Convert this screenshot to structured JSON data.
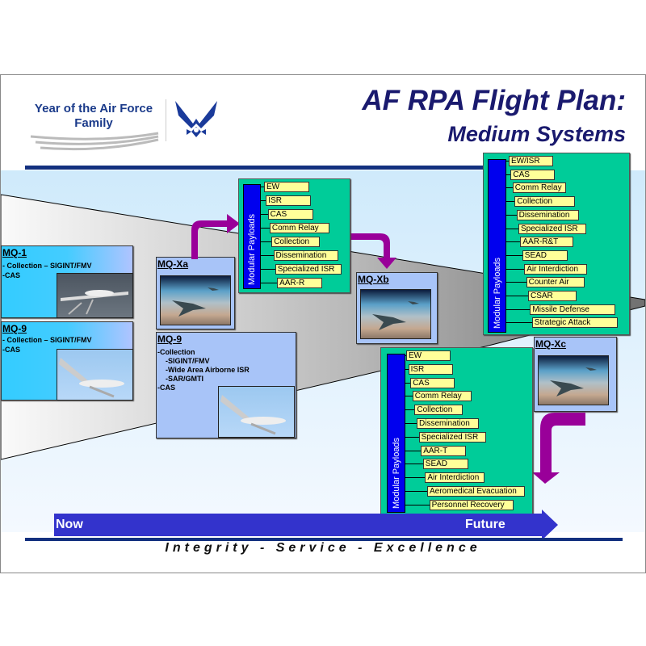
{
  "header": {
    "logo_line1": "Year of the Air Force",
    "logo_line2": "Family",
    "logo_icon": "air-force-wings-icon",
    "title_line1": "AF RPA Flight Plan:",
    "title_line2": "Medium Systems"
  },
  "colors": {
    "title": "#1a1a6e",
    "rule": "#13307f",
    "payload_bg": "#00cc99",
    "payload_bar": "#0000ee",
    "payload_label": "#ffff99",
    "arrow": "#990099",
    "timeline": "#3333cc"
  },
  "systems": {
    "mq1": {
      "title": "MQ-1",
      "lines": [
        "- Collection – SIGINT/FMV",
        "-CAS"
      ],
      "image": "mq1-predator-photo"
    },
    "mq9_current": {
      "title": "MQ-9",
      "lines": [
        "- Collection – SIGINT/FMV",
        "-CAS"
      ],
      "image": "mq9-reaper-photo"
    },
    "mqxa": {
      "title": "MQ-Xa",
      "image": "mqx-concept-photo"
    },
    "mq9_next": {
      "title": "MQ-9",
      "lines": [
        "-Collection",
        "-SIGINT/FMV",
        "-Wide Area Airborne ISR",
        "-SAR/GMTI",
        "-CAS"
      ],
      "image": "mq9-reaper-photo"
    },
    "mqxb": {
      "title": "MQ-Xb",
      "image": "mqx-concept-photo"
    },
    "mqxc": {
      "title": "MQ-Xc",
      "image": "mqx-concept-photo"
    }
  },
  "payload_groups": {
    "xa": {
      "bar_label": "Modular Payloads",
      "items": [
        "EW",
        "ISR",
        "CAS",
        "Comm Relay",
        "Collection",
        "Dissemination",
        "Specialized ISR",
        "AAR-R"
      ]
    },
    "xb": {
      "bar_label": "Modular Payloads",
      "items": [
        "EW",
        "ISR",
        "CAS",
        "Comm Relay",
        "Collection",
        "Dissemination",
        "Specialized ISR",
        "AAR-T",
        "SEAD",
        "Air Interdiction",
        "Aeromedical Evacuation",
        "Personnel Recovery"
      ]
    },
    "xc": {
      "bar_label": "Modular Payloads",
      "items": [
        "EW/ISR",
        "CAS",
        "Comm Relay",
        "Collection",
        "Dissemination",
        "Specialized ISR",
        "AAR-R&T",
        "SEAD",
        "Air Interdiction",
        "Counter Air",
        "CSAR",
        "Missile Defense",
        "Strategic Attack"
      ]
    }
  },
  "timeline": {
    "start": "Now",
    "end": "Future"
  },
  "footer": {
    "motto": "Integrity - Service - Excellence"
  }
}
